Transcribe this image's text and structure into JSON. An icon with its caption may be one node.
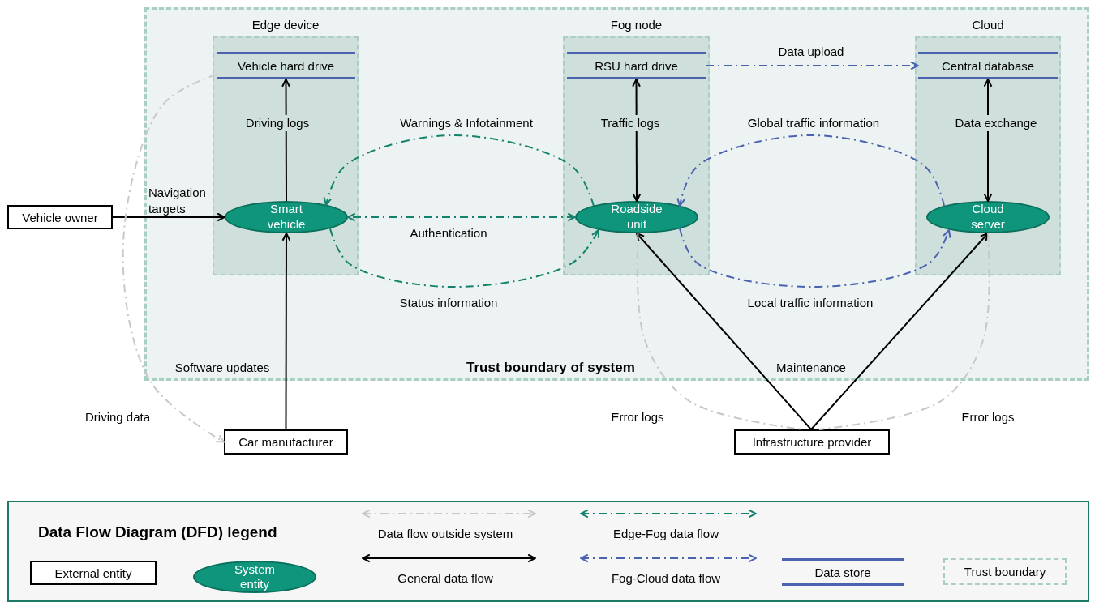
{
  "diagram": {
    "nodes": [
      {
        "text": [
          "Trust boundary of system"
        ]
      },
      {
        "text": [
          "Edge device"
        ],
        "in": 0
      },
      {
        "text": [
          "Fog node"
        ],
        "in": 0
      },
      {
        "text": [
          "Cloud"
        ],
        "in": 0
      },
      {
        "text": [
          "Vehicle hard drive"
        ],
        "in": 1
      },
      {
        "text": [
          "Smart vehicle"
        ],
        "in": 1
      },
      {
        "text": [
          "RSU hard drive"
        ],
        "in": 2
      },
      {
        "text": [
          "Roadside unit"
        ],
        "in": 2
      },
      {
        "text": [
          "Central database"
        ],
        "in": 3
      },
      {
        "text": [
          "Cloud server"
        ],
        "in": 3
      },
      {
        "text": [
          "Vehicle owner"
        ]
      },
      {
        "text": [
          "Car manufacturer"
        ]
      },
      {
        "text": [
          "Infrastructure provider"
        ]
      }
    ],
    "edges": [
      {
        "from": 5,
        "to": 4,
        "arrow": "to",
        "label": "Driving logs"
      },
      {
        "from": 10,
        "to": 5,
        "arrow": "to",
        "label": "Navigation targets"
      },
      {
        "from": 11,
        "to": 5,
        "arrow": "to",
        "label": "Software updates"
      },
      {
        "from": 7,
        "to": 5,
        "arrow": "to",
        "label": "Warnings & Infotainment",
        "style": "dashed",
        "color": "#13826c"
      },
      {
        "from": 7,
        "to": 5,
        "arrow": "both",
        "label": "Authentication",
        "style": "dashed",
        "color": "#13826c"
      },
      {
        "from": 5,
        "to": 7,
        "arrow": "to",
        "label": "Status information",
        "style": "dashed",
        "color": "#13826c"
      },
      {
        "from": 7,
        "to": 6,
        "arrow": "both",
        "label": "Traffic logs"
      },
      {
        "from": 6,
        "to": 8,
        "arrow": "to",
        "label": "Data upload",
        "style": "dashed",
        "color": "#4a62b0"
      },
      {
        "from": 9,
        "to": 7,
        "arrow": "to",
        "label": "Global traffic information",
        "style": "dashed",
        "color": "#4a62b0"
      },
      {
        "from": 7,
        "to": 9,
        "arrow": "to",
        "label": "Local traffic information",
        "style": "dashed",
        "color": "#4a62b0"
      },
      {
        "from": 9,
        "to": 8,
        "arrow": "both",
        "label": "Data exchange"
      },
      {
        "from": 12,
        "to": 7,
        "arrow": "to",
        "label": "Maintenance"
      },
      {
        "from": 12,
        "to": 9,
        "arrow": "to"
      },
      {
        "from": 4,
        "to": 11,
        "arrow": "to",
        "label": "Driving data",
        "style": "dashed",
        "color": "#c8c8c8"
      },
      {
        "from": 7,
        "to": 12,
        "arrow": "none",
        "label": "Error logs",
        "style": "dashed",
        "color": "#c8c8c8"
      },
      {
        "from": 9,
        "to": 12,
        "arrow": "none",
        "label": "Error logs",
        "style": "dashed",
        "color": "#c8c8c8"
      }
    ],
    "labels": [
      "Data Flow Diagram (DFD) legend"
    ],
    "legend": [
      {
        "text": "External entity"
      },
      {
        "text": "System entity"
      },
      {
        "text": "Data flow outside system"
      },
      {
        "text": "General data flow"
      },
      {
        "text": "Edge-Fog data flow"
      },
      {
        "text": "Fog-Cloud data flow"
      },
      {
        "text": "Data store"
      },
      {
        "text": "Trust boundary"
      }
    ]
  }
}
